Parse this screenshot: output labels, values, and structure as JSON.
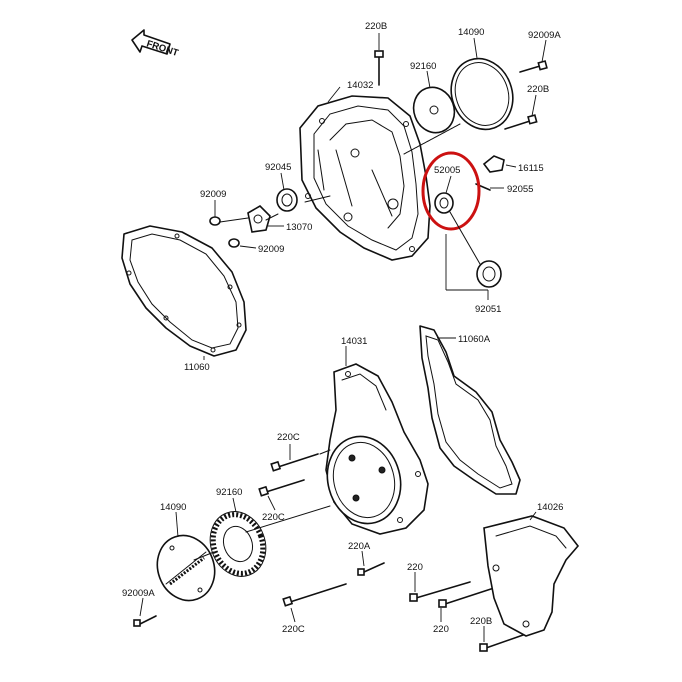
{
  "diagram": {
    "front_arrow_label": "FRONT",
    "highlight_color": "#cc1111",
    "labels": {
      "l_220b_top": "220B",
      "l_14090_top": "14090",
      "l_92009a_top": "92009A",
      "l_92160_top": "92160",
      "l_14032": "14032",
      "l_220b_right": "220B",
      "l_92045": "92045",
      "l_52005": "52005",
      "l_16115": "16115",
      "l_92055": "92055",
      "l_92009_a": "92009",
      "l_13070": "13070",
      "l_92009_b": "92009",
      "l_11060": "11060",
      "l_92051": "92051",
      "l_14031": "14031",
      "l_11060a": "11060A",
      "l_220c_a": "220C",
      "l_220c_b": "220C",
      "l_92160_bottom": "92160",
      "l_14090_bottom": "14090",
      "l_92009a_bottom": "92009A",
      "l_220a": "220A",
      "l_14026": "14026",
      "l_220_a": "220",
      "l_220_b": "220",
      "l_220c_c": "220C",
      "l_220b_bottom": "220B"
    }
  }
}
